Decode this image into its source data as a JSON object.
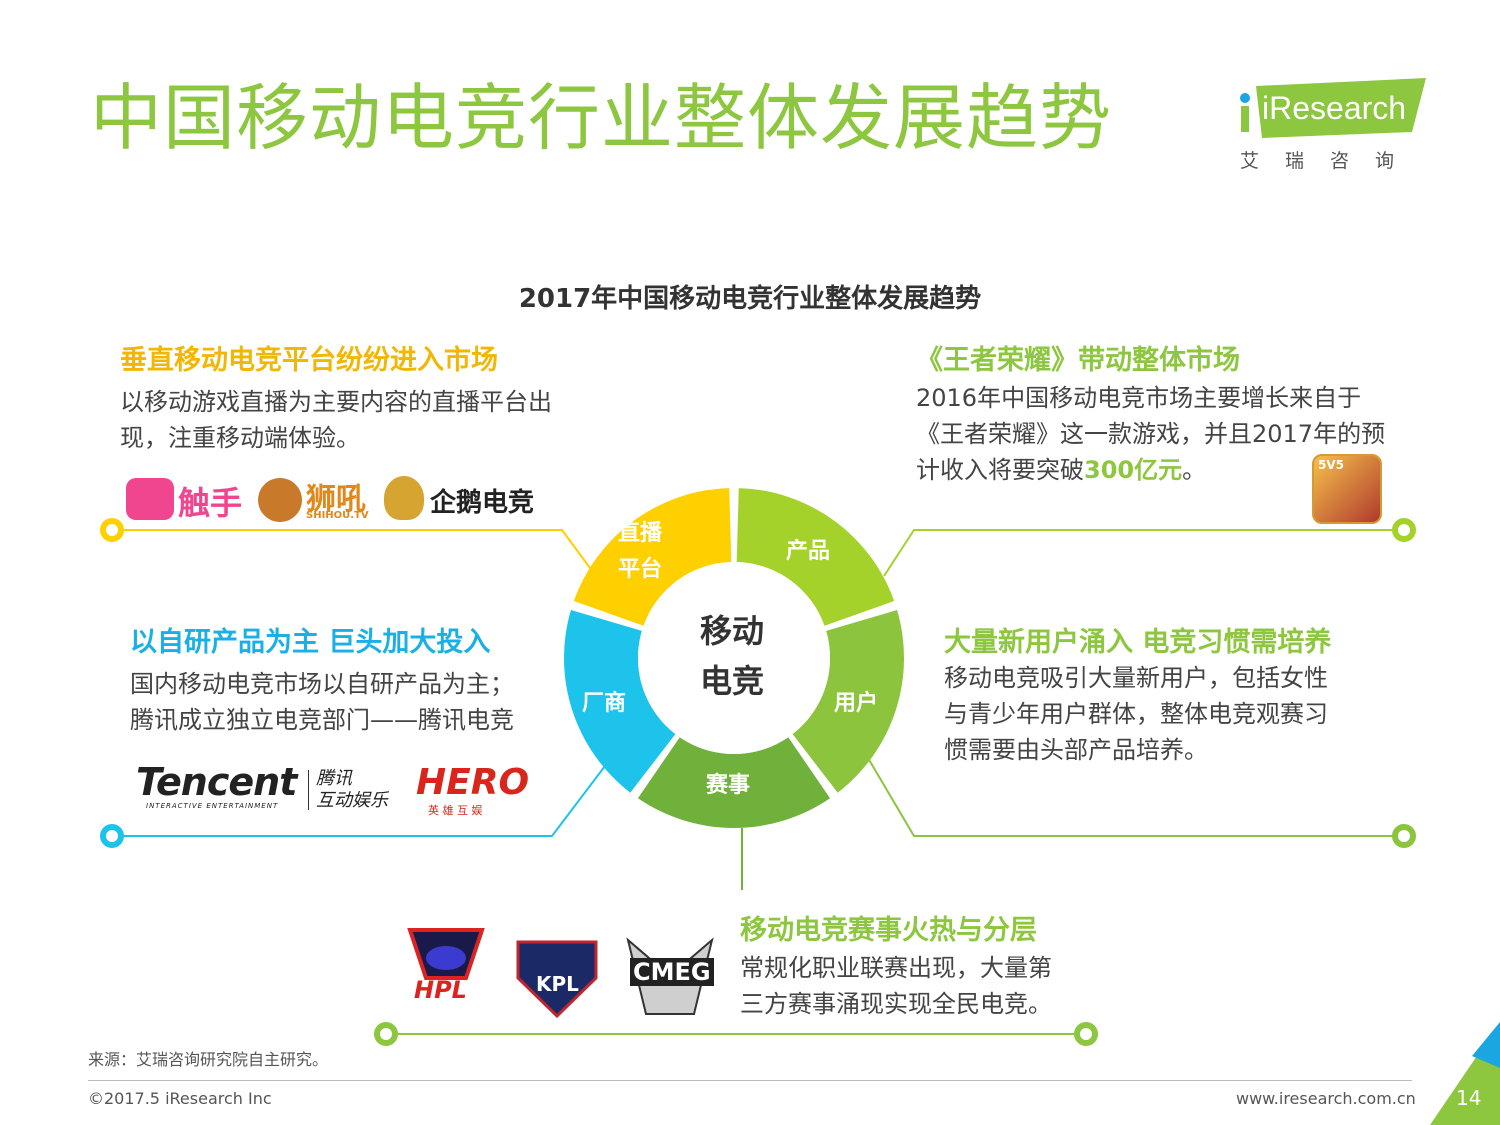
{
  "header": {
    "title": "中国移动电竞行业整体发展趋势",
    "logo_text": "iResearch",
    "logo_sub": "艾瑞咨询"
  },
  "subtitle": "2017年中国移动电竞行业整体发展趋势",
  "center": {
    "line1": "移动",
    "line2": "电竞"
  },
  "segments": [
    {
      "line1": "直播",
      "line2": "平台"
    },
    {
      "label": "产品"
    },
    {
      "label": "用户"
    },
    {
      "label": "赛事"
    },
    {
      "label": "厂商"
    }
  ],
  "sections": {
    "top_left": {
      "title": "垂直移动电竞平台纷纷进入市场",
      "body_line1": "以移动游戏直播为主要内容的直播平台出",
      "body_line2": "现，注重移动端体验。"
    },
    "top_right": {
      "title": "《王者荣耀》带动整体市场",
      "body_line1": "2016年中国移动电竞市场主要增长来自于",
      "body_line2": "《王者荣耀》这一款游戏，并且2017年的预",
      "body_line3_pre": "计收入将要突破",
      "body_line3_highlight": "300亿元",
      "body_line3_post": "。"
    },
    "mid_left": {
      "title": "以自研产品为主 巨头加大投入",
      "body_line1": "国内移动电竞市场以自研产品为主；",
      "body_line2": "腾讯成立独立电竞部门——腾讯电竞"
    },
    "mid_right": {
      "title": "大量新用户涌入 电竞习惯需培养",
      "body_line1": "移动电竞吸引大量新用户，包括女性",
      "body_line2": "与青少年用户群体，整体电竞观赛习",
      "body_line3": "惯需要由头部产品培养。"
    },
    "bottom": {
      "title": "移动电竞赛事火热与分层",
      "body_line1": "常规化职业联赛出现，大量第",
      "body_line2": "三方赛事涌现实现全民电竞。"
    }
  },
  "logos": {
    "chushou": "触手",
    "shihou": "狮吼",
    "shihou_sub": "SHIHOU.TV",
    "qie": "企鹅电竞",
    "tencent": "Tencent",
    "tencent_sub": "INTERACTIVE ENTERTAINMENT",
    "tencent_cn1": "腾讯",
    "tencent_cn2": "互动娱乐",
    "hero": "HERO",
    "hero_sub": "英 雄 互 娱",
    "hpl": "HPL",
    "kpl": "KPL",
    "cmeg": "CMEG",
    "game_badge": "5V5"
  },
  "footer": {
    "source": "来源：艾瑞咨询研究院自主研究。",
    "copyright": "©2017.5 iResearch Inc",
    "website": "www.iresearch.com.cn",
    "page": "14"
  },
  "colors": {
    "green": "#8dc63f",
    "yellow": "#ffd000",
    "light_green": "#a5d22a",
    "mid_green": "#8cc43e",
    "dark_green": "#6fb13a",
    "cyan": "#1ec3ec",
    "orange": "#f2b705",
    "blue_title": "#1ab0e6"
  }
}
